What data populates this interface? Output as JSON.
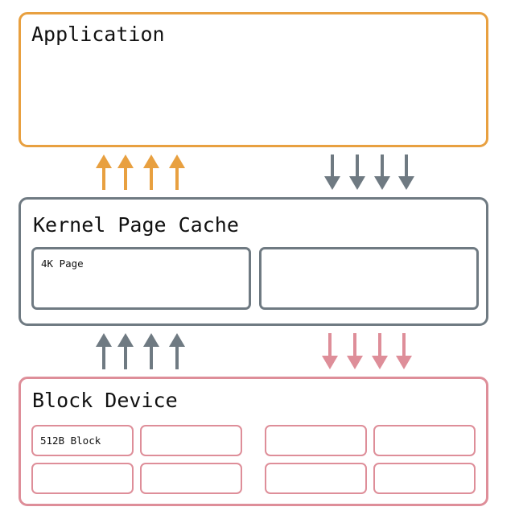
{
  "colors": {
    "application": "#e8a040",
    "kernel": "#6f7a82",
    "block": "#de8e99"
  },
  "application": {
    "title": "Application"
  },
  "kernel": {
    "title": "Kernel Page Cache",
    "pages": [
      {
        "label": "4K Page"
      },
      {
        "label": ""
      }
    ]
  },
  "block_device": {
    "title": "Block Device",
    "blocks": [
      {
        "label": "512B Block"
      },
      {
        "label": ""
      },
      {
        "label": ""
      },
      {
        "label": ""
      },
      {
        "label": ""
      },
      {
        "label": ""
      },
      {
        "label": ""
      },
      {
        "label": ""
      }
    ]
  },
  "arrow_groups": [
    {
      "name": "app-read-arrows",
      "direction": "up",
      "color": "application",
      "count": 4
    },
    {
      "name": "app-write-arrows",
      "direction": "down",
      "color": "kernel",
      "count": 4
    },
    {
      "name": "kernel-read-arrows",
      "direction": "up",
      "color": "kernel",
      "count": 4
    },
    {
      "name": "kernel-write-arrows",
      "direction": "down",
      "color": "block",
      "count": 4
    }
  ]
}
